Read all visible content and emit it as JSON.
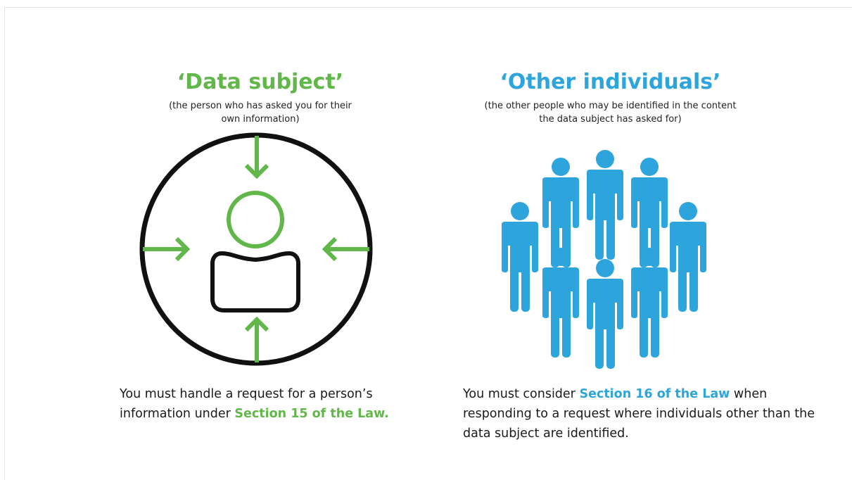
{
  "colors": {
    "green": "#62b74a",
    "blue": "#2ea4dc",
    "outline": "#111111"
  },
  "left": {
    "heading": "‘Data subject’",
    "subtitle_line1": "(the person who has asked you for their",
    "subtitle_line2": "own information)",
    "icon": "data-subject-circle-with-arrows-icon",
    "desc_prefix": "You must handle a request for a person’s information under",
    "desc_highlight": "Section 15 of the Law."
  },
  "right": {
    "heading": "‘Other individuals’",
    "subtitle_line1": "(the other people who may be identified in the content",
    "subtitle_line2": "the data subject has asked for)",
    "icon": "group-of-people-icon",
    "desc_prefix": "You must consider",
    "desc_highlight": "Section 16 of the Law",
    "desc_suffix": "when responding to a request where individuals other than the data subject are identified."
  }
}
